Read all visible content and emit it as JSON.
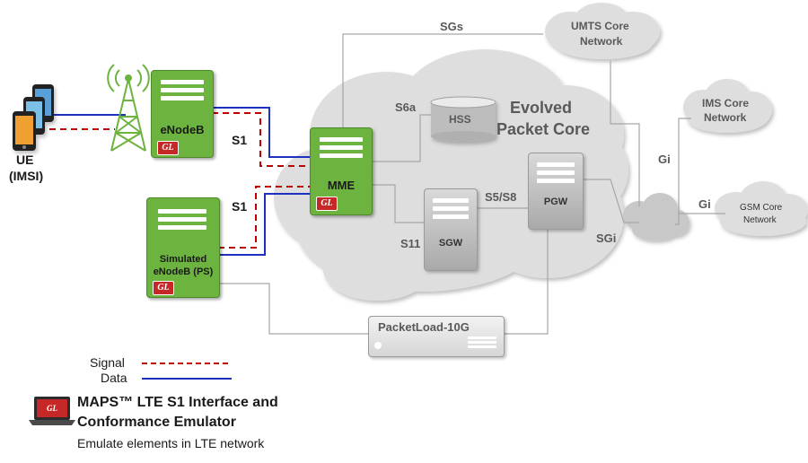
{
  "nodes": {
    "ue": "UE",
    "ue_sub": "(IMSI)",
    "enodeb": "eNodeB",
    "sim_enodeb_line1": "Simulated",
    "sim_enodeb_line2": "eNodeB (PS)",
    "mme": "MME",
    "hss": "HSS",
    "sgw": "SGW",
    "pgw": "PGW",
    "epc_line1": "Evolved",
    "epc_line2": "Packet Core",
    "umts_line1": "UMTS Core",
    "umts_line2": "Network",
    "ims_line1": "IMS Core",
    "ims_line2": "Network",
    "gsm_line1": "GSM Core",
    "gsm_line2": "Network",
    "packetload": "PacketLoad-10G",
    "gl_badge": "GL"
  },
  "interfaces": {
    "sgs": "SGs",
    "s1_top": "S1",
    "s1_bottom": "S1",
    "s6a": "S6a",
    "s11": "S11",
    "s5s8": "S5/S8",
    "sgi": "SGi",
    "gi_top": "Gi",
    "gi_right": "Gi"
  },
  "legend": {
    "signal": "Signal",
    "data": "Data"
  },
  "product": {
    "title_line1": "MAPS™  LTE S1 Interface and",
    "title_line2": "Conformance Emulator",
    "subtitle": "Emulate elements in LTE network",
    "badge": "GL"
  },
  "colors": {
    "signal": "#c00000",
    "data": "#1f2fbf",
    "node_green": "#6db33f",
    "cloud_grey": "#dedede",
    "link_grey": "#a6a6a6"
  }
}
